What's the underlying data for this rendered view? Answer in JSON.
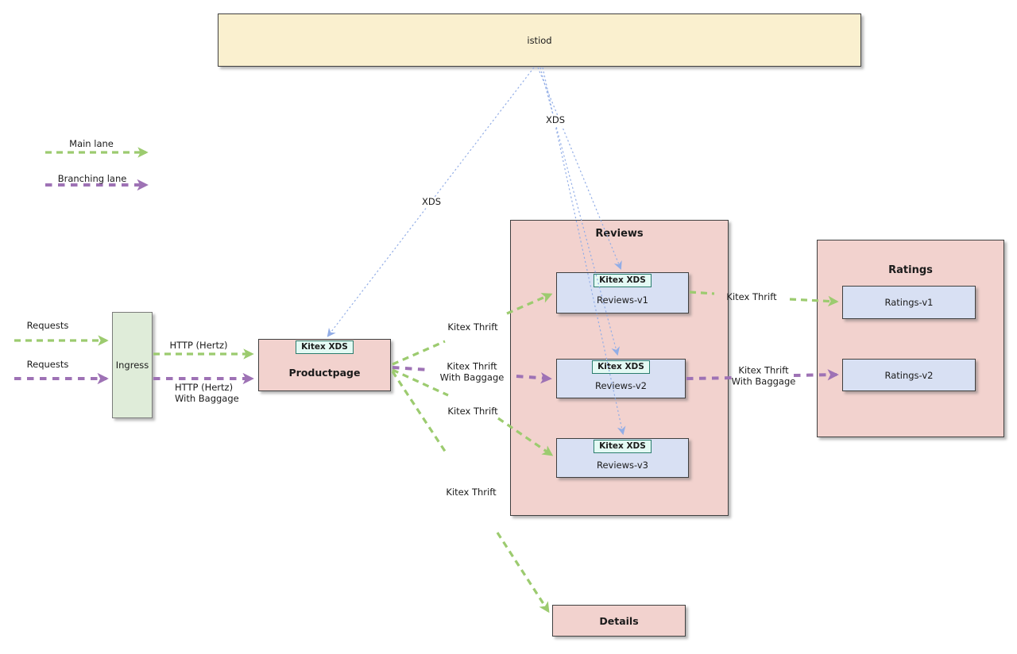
{
  "diagram": {
    "istiod": {
      "title": "istiod"
    },
    "legend": {
      "main_lane": "Main lane",
      "branching_lane": "Branching lane"
    },
    "ingress": {
      "title": "Ingress",
      "requests_main": "Requests",
      "requests_branching": "Requests"
    },
    "productpage": {
      "title": "Productpage",
      "badge": "Kitex XDS"
    },
    "reviews": {
      "title": "Reviews",
      "v1": {
        "title": "Reviews-v1",
        "badge": "Kitex XDS"
      },
      "v2": {
        "title": "Reviews-v2",
        "badge": "Kitex XDS"
      },
      "v3": {
        "title": "Reviews-v3",
        "badge": "Kitex XDS"
      }
    },
    "ratings": {
      "title": "Ratings",
      "v1": {
        "title": "Ratings-v1"
      },
      "v2": {
        "title": "Ratings-v2"
      }
    },
    "details": {
      "title": "Details"
    },
    "edge_labels": {
      "http_main": "HTTP (Hertz)",
      "http_branching": "HTTP (Hertz)\nWith Baggage",
      "xds_left": "XDS",
      "xds_right": "XDS",
      "thrift_v1": "Kitex Thrift",
      "thrift_v2": "Kitex Thrift\nWith Baggage",
      "thrift_v3": "Kitex Thrift",
      "thrift_details": "Kitex Thrift",
      "thrift_ratings_v1": "Kitex Thrift",
      "thrift_ratings_v2": "Kitex Thrift\nWith Baggage"
    },
    "colors": {
      "main_lane": "#9ccb6f",
      "branching_lane": "#9e72b5",
      "xds_line": "#92ade6",
      "istiod_fill": "#faf0cf",
      "service_fill": "#f2d2ce",
      "version_fill": "#d8e0f3",
      "ingress_fill": "#dfecd9",
      "badge_fill": "#e4faf4",
      "badge_border": "#2a7d6d"
    }
  }
}
